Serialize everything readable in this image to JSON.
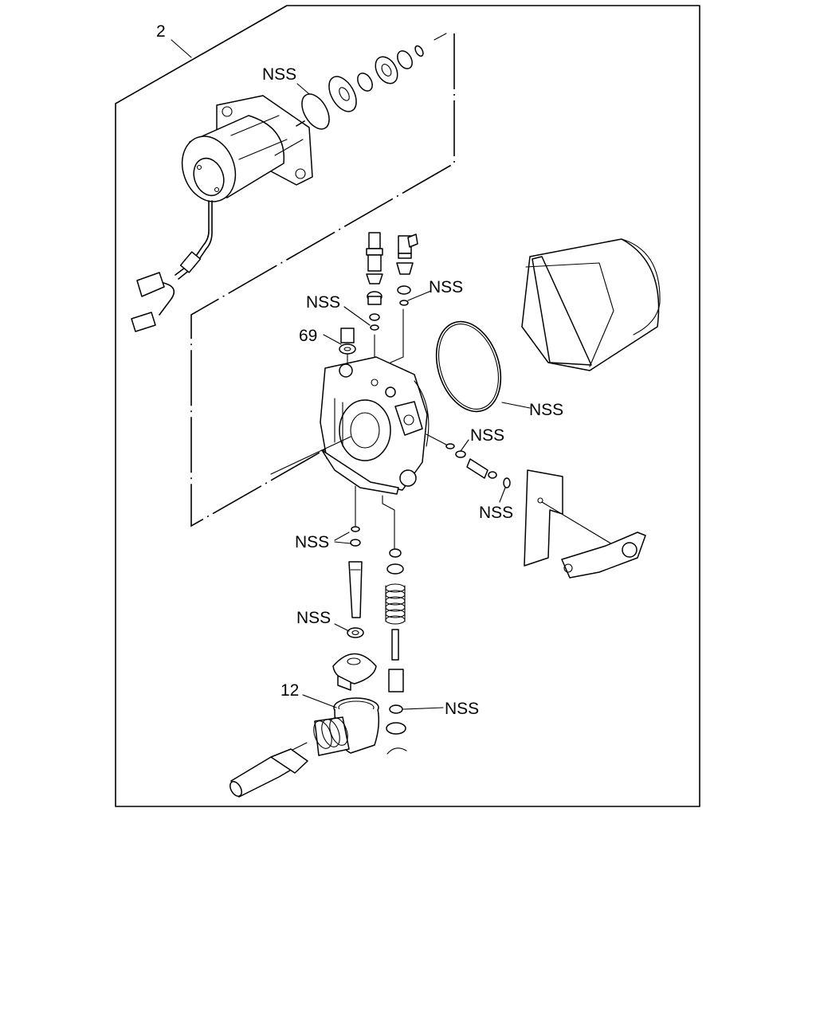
{
  "callouts": {
    "assembly_number": "2",
    "nss_1": "NSS",
    "nss_2": "NSS",
    "nss_3": "NSS",
    "item_69": "69",
    "nss_4": "NSS",
    "nss_5": "NSS",
    "nss_6": "NSS",
    "nss_7": "NSS",
    "nss_8": "NSS",
    "item_12": "12",
    "nss_9": "NSS"
  },
  "colors": {
    "line": "#000000",
    "background": "#ffffff"
  }
}
